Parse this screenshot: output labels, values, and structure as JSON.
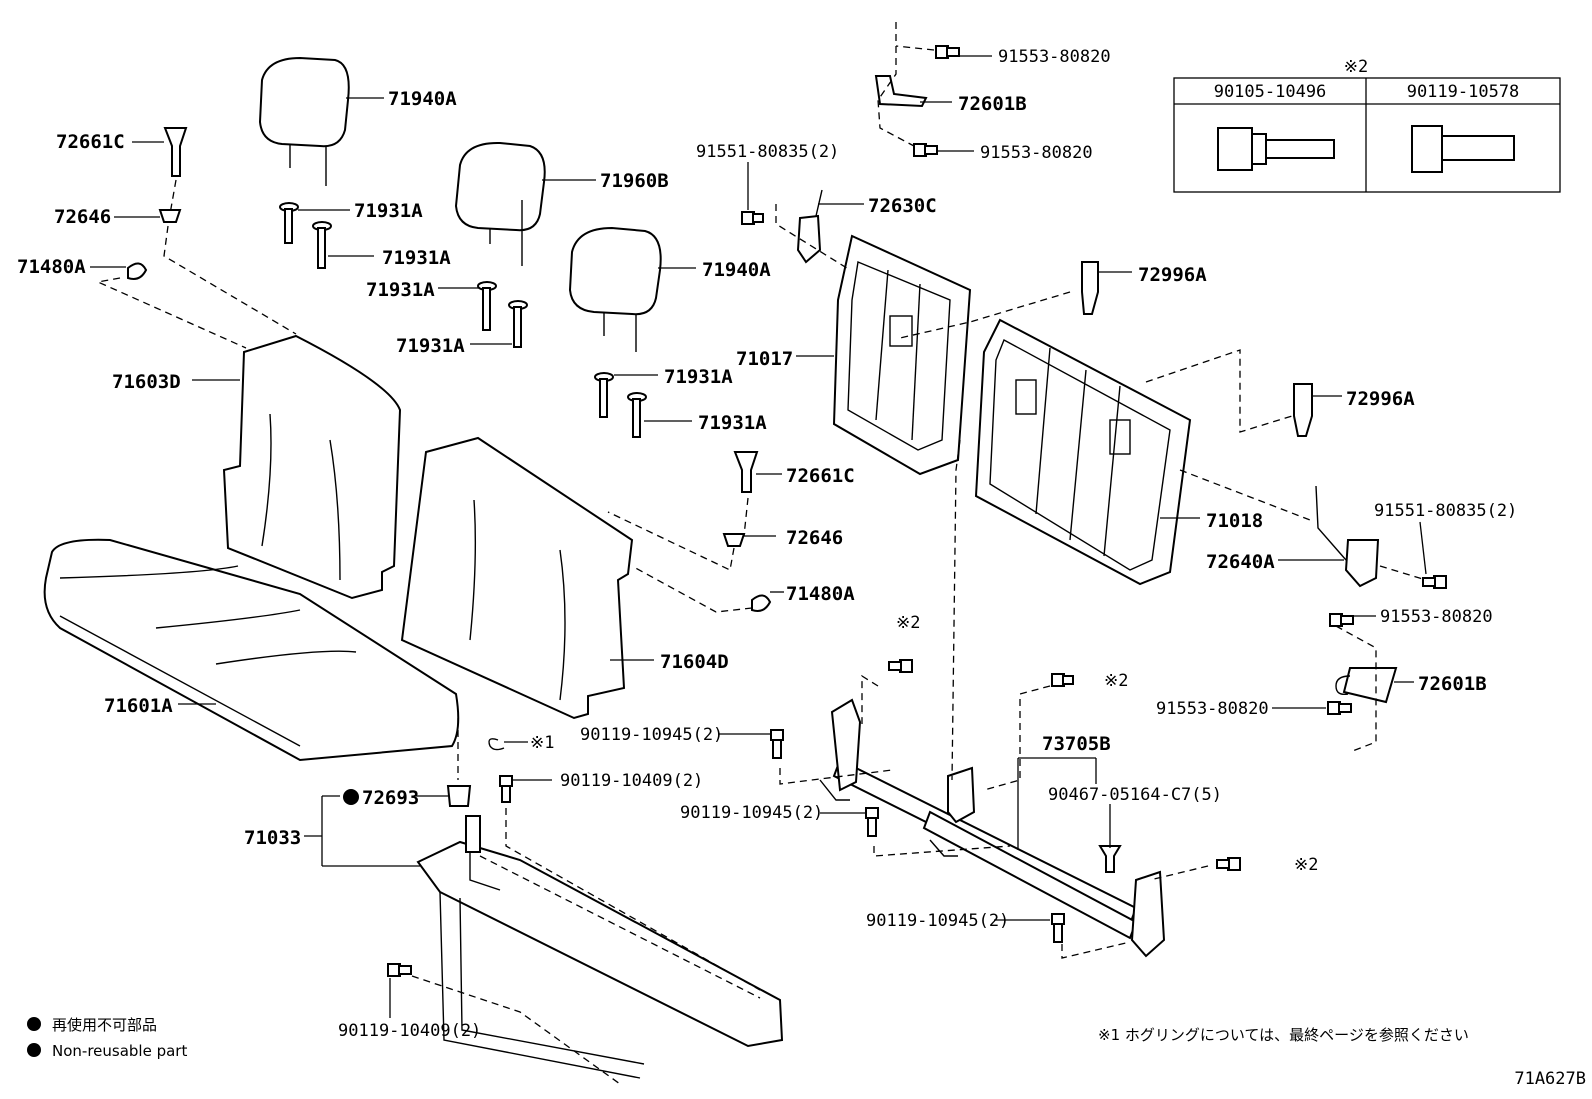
{
  "diagram_id": "71A627B",
  "labels": {
    "p72661C_a": "72661C",
    "p72646_a": "72646",
    "p71480A_a": "71480A",
    "p71940A_a": "71940A",
    "p71931A_a": "71931A",
    "p71931A_b": "71931A",
    "p71931A_c": "71931A",
    "p71931A_d": "71931A",
    "p71931A_e": "71931A",
    "p71931A_f": "71931A",
    "p71960B": "71960B",
    "p71940A_b": "71940A",
    "p71603D": "71603D",
    "p71601A": "71601A",
    "p71604D": "71604D",
    "p72661C_b": "72661C",
    "p72646_b": "72646",
    "p71480A_b": "71480A",
    "p91553_a": "91553-80820",
    "p72601B_a": "72601B",
    "p91553_b": "91553-80820",
    "p91551_a": "91551-80835(2)",
    "p72630C": "72630C",
    "p72996A_a": "72996A",
    "p71017": "71017",
    "p72996A_b": "72996A",
    "p71018": "71018",
    "p91551_b": "91551-80835(2)",
    "p72640A": "72640A",
    "p91553_c": "91553-80820",
    "p72601B_b": "72601B",
    "p91553_d": "91553-80820",
    "p73705B": "73705B",
    "p90467": "90467-05164-C7(5)",
    "p90119_10945_a": "90119-10945(2)",
    "p90119_10945_b": "90119-10945(2)",
    "p90119_10945_c": "90119-10945(2)",
    "p90119_10409_a": "90119-10409(2)",
    "p90119_10409_b": "90119-10409(2)",
    "p72693": "72693",
    "p71033": "71033",
    "note2_a": "※2",
    "note2_b": "※2",
    "note2_c": "※2",
    "note1": "※1"
  },
  "callout_table": {
    "mark": "※2",
    "columns": [
      "90105-10496",
      "90119-10578"
    ]
  },
  "legend": {
    "jp": "再使用不可部品",
    "en": "Non-reusable part"
  },
  "footnote": "※1 ホグリングについては、最終ページを参照ください"
}
